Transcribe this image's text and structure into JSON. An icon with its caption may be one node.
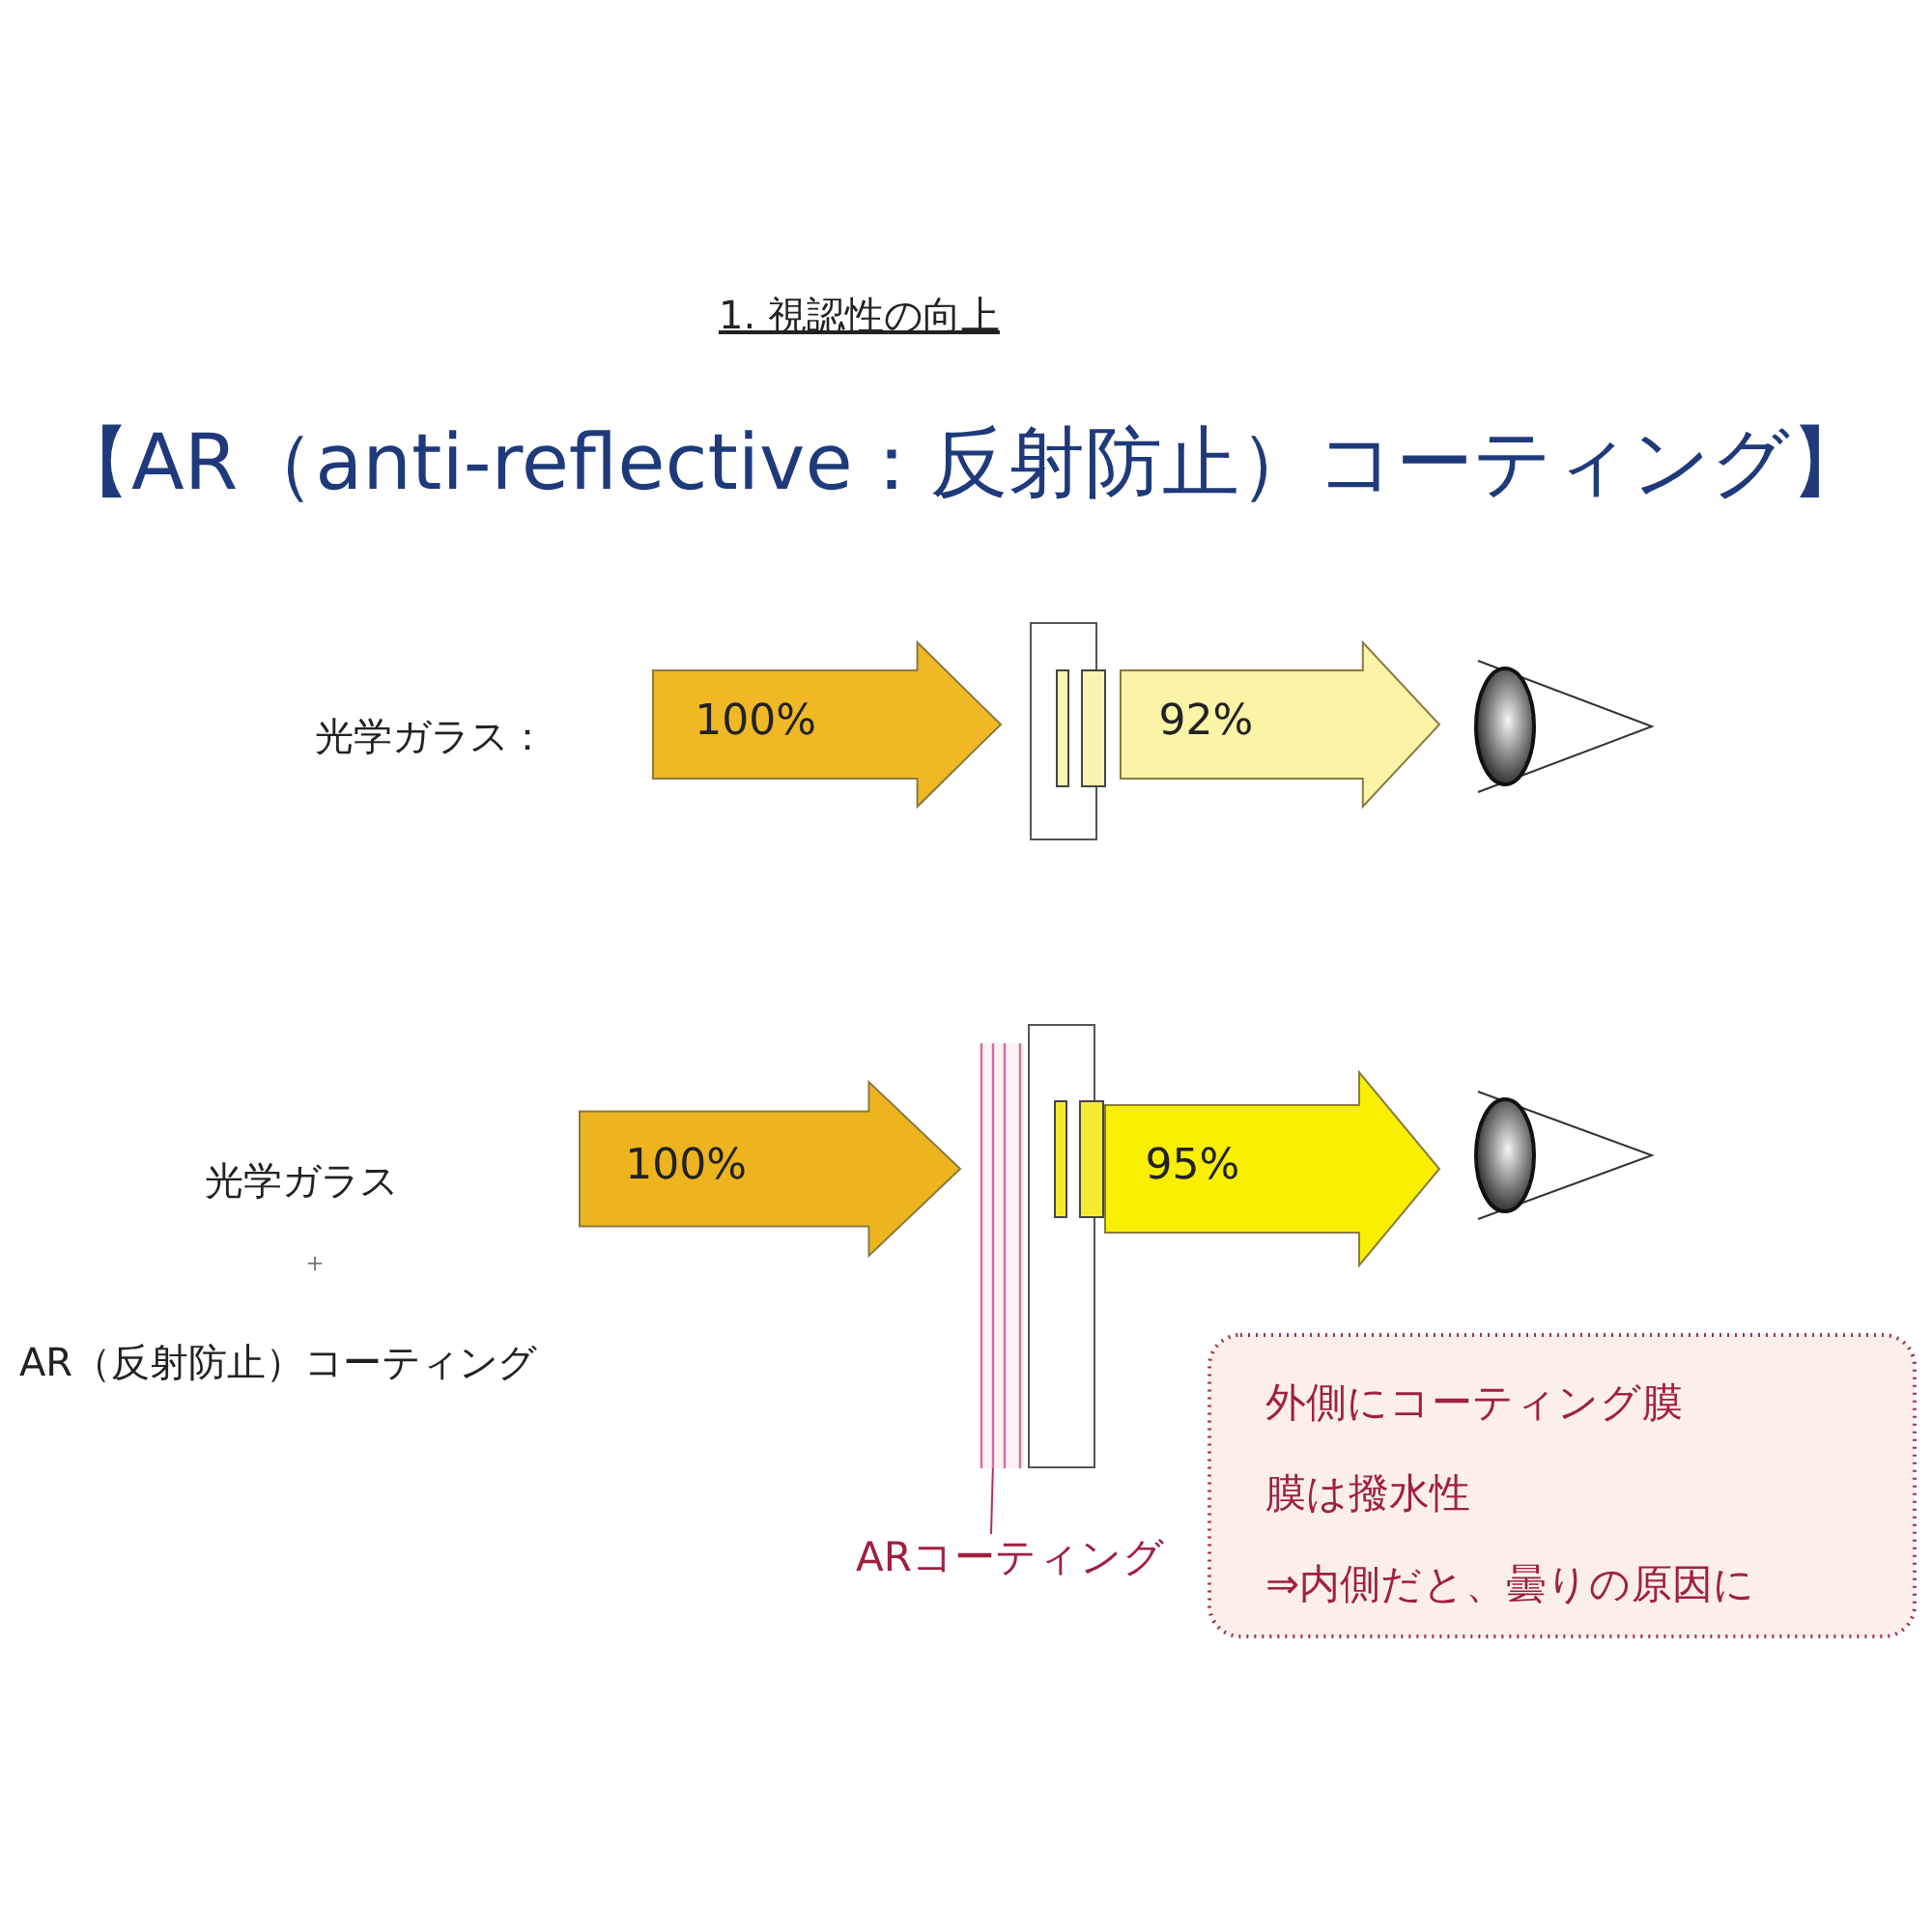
{
  "diagram": {
    "title": "【AR（anti-reflective：反射防止）コーティング】",
    "nodes": [
      {
        "text": [],
        "shape": "box"
      },
      {
        "text": [],
        "shape": "eye"
      },
      {
        "text": [],
        "shape": "box"
      },
      {
        "text": [],
        "shape": "box"
      },
      {
        "text": [],
        "shape": "eye"
      },
      {
        "text": [
          "ARコーティング"
        ]
      },
      {
        "text": [
          "外側にコーティング膜",
          "膜は撥水性",
          "⇒内側だと、曇りの原因に"
        ]
      }
    ],
    "edges": [
      {
        "from": null,
        "to": 0,
        "arrow": "to",
        "label": "100%",
        "style": "thick",
        "color": "#f0b825"
      },
      {
        "from": 0,
        "to": 1,
        "arrow": "to",
        "label": "92%",
        "style": "thick",
        "color": "#fbf3a6"
      },
      {
        "from": null,
        "to": 2,
        "arrow": "to",
        "label": "100%",
        "style": "thick",
        "color": "#eeb41f"
      },
      {
        "from": 3,
        "to": 4,
        "arrow": "to",
        "label": "95%",
        "style": "thick",
        "color": "#f8f000"
      },
      {
        "from": 5,
        "to": 2,
        "arrow": "other"
      }
    ],
    "labels": [
      "1. 視認性の向上",
      "光学ガラス：",
      "光学ガラス",
      "＋",
      "AR（反射防止）コーティング"
    ]
  }
}
